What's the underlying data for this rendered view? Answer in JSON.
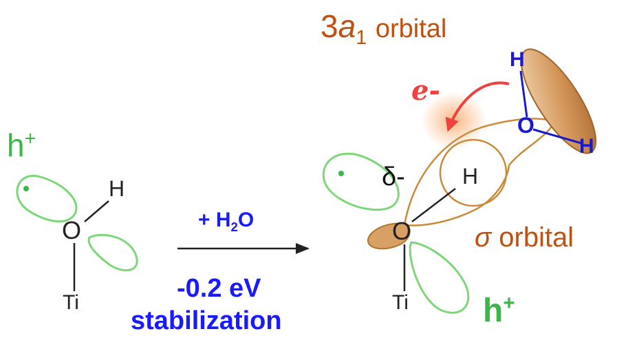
{
  "left": {
    "hole": "h",
    "hole_charge": "+",
    "atom_h": "H",
    "atom_o": "O",
    "atom_ti": "Ti"
  },
  "reaction": {
    "reagent_prefix": "+ H",
    "reagent_sub": "2",
    "reagent_suffix": "O",
    "energy": "-0.2 eV",
    "energy_label": "stabilization"
  },
  "right": {
    "orbital_3a1_num": "3",
    "orbital_3a1_sym": "a",
    "orbital_3a1_sub": "1",
    "orbital_3a1_word": "orbital",
    "electron": "e-",
    "delta": "δ-",
    "sigma_sym": "σ",
    "sigma_word": "orbital",
    "atom_h_bonded": "H",
    "atom_o_water": "O",
    "atom_h_water_top": "H",
    "atom_h_water_right": "H",
    "atom_o": "O",
    "atom_ti": "Ti",
    "hole": "h",
    "hole_charge": "+"
  },
  "colors": {
    "hole_green": "#3cb54a",
    "reaction_blue": "#1a1aff",
    "orbital_orange": "#c0500f",
    "electron_red": "#f04040",
    "orbital_fill": "#d9a066",
    "lobe_green": "#7ed67a"
  }
}
